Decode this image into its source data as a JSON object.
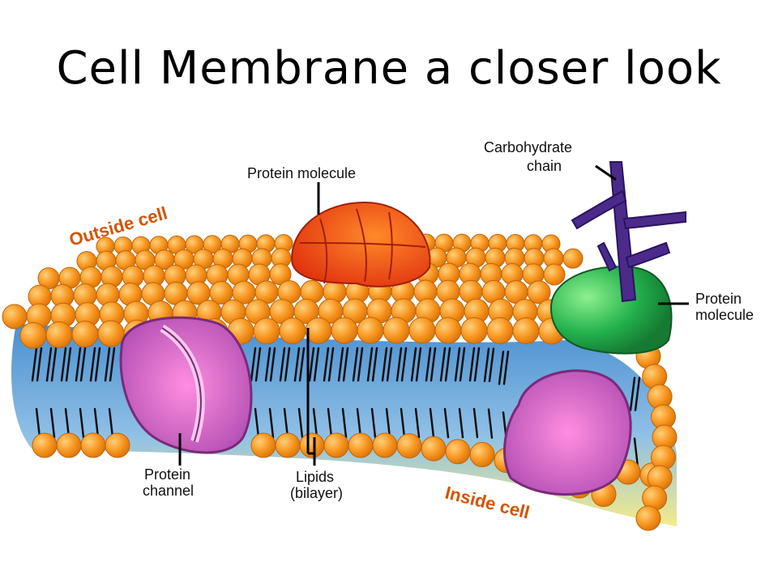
{
  "slide": {
    "title": "Cell Membrane a closer look"
  },
  "diagram": {
    "labels": {
      "outside_cell": "Outside cell",
      "inside_cell": "Inside cell",
      "protein_molecule_top": "Protein molecule",
      "carbohydrate_line1": "Carbohydrate",
      "carbohydrate_line2": "chain",
      "protein_molecule_right_line1": "Protein",
      "protein_molecule_right_line2": "molecule",
      "protein_channel_line1": "Protein",
      "protein_channel_line2": "channel",
      "lipids_line1": "Lipids",
      "lipids_line2": "(bilayer)"
    },
    "colors": {
      "phosphate_head": "#f7941d",
      "tail_band_top": "#5aa0d8",
      "tail_band_bottom": "#f4ec8a",
      "channel_protein": "#b34fb3",
      "globular_protein_top": "#f2561d",
      "globular_protein_right": "#22b14c",
      "carbohydrate": "#4b2a8a",
      "label_orange": "#d35400"
    }
  }
}
